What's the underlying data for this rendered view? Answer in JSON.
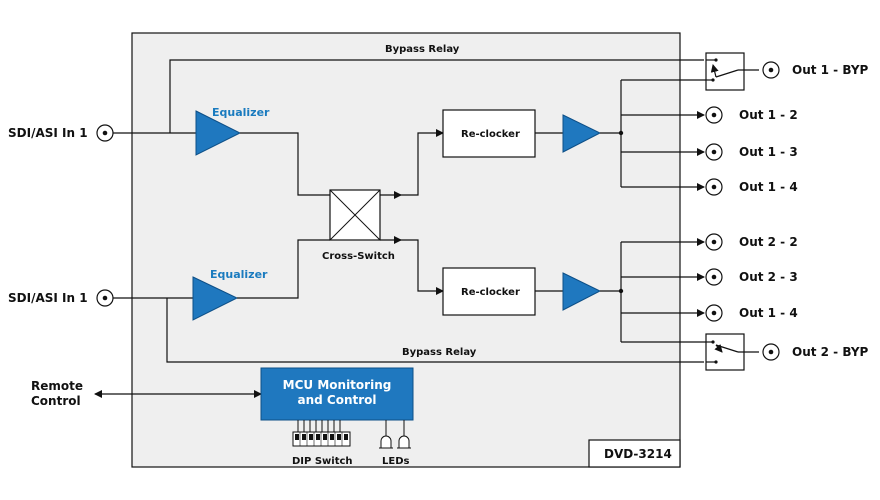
{
  "diagram": {
    "inputs": {
      "in1": "SDI/ASI In 1",
      "in2": "SDI/ASI In 1"
    },
    "equalizer": {
      "top": "Equalizer",
      "bottom": "Equalizer"
    },
    "bypass": {
      "top": "Bypass Relay",
      "bottom": "Bypass Relay"
    },
    "cross_switch": "Cross-Switch",
    "reclocker": {
      "top": "Re-clocker",
      "bottom": "Re-clocker"
    },
    "outputs_top": [
      "Out 1 - BYP",
      "Out 1 - 2",
      "Out 1 - 3",
      "Out 1 - 4"
    ],
    "outputs_bottom": [
      "Out 2 - 2",
      "Out 2 - 3",
      "Out 1 - 4",
      "Out 2 - BYP"
    ],
    "remote": {
      "line1": "Remote",
      "line2": "Control"
    },
    "mcu": {
      "line1": "MCU Monitoring",
      "line2": "and Control"
    },
    "dip_switch": "DIP Switch",
    "leds": "LEDs",
    "model": "DVD-3214",
    "colors": {
      "accent": "#1f78bf",
      "panel": "#efefef"
    }
  }
}
